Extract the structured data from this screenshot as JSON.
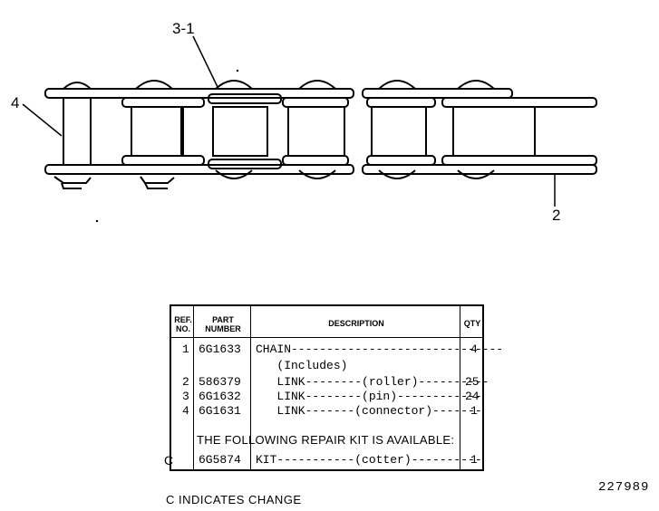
{
  "callouts": {
    "pin_link": "3-1",
    "connector_link": "4",
    "roller_link": "2"
  },
  "table": {
    "headers": {
      "ref_no": "REF. NO.",
      "part_number": "PART NUMBER",
      "description": "DESCRIPTION",
      "qty": "QTY"
    },
    "rows": [
      {
        "ref": "1",
        "part": "6G1633",
        "desc": "CHAIN------------------------------",
        "qty": "4"
      },
      {
        "ref": "",
        "part": "",
        "desc": "   (Includes)",
        "qty": ""
      },
      {
        "ref": "2",
        "part": "586379",
        "desc": "   LINK--------(roller)----------",
        "qty": "25"
      },
      {
        "ref": "3",
        "part": "6G1632",
        "desc": "   LINK--------(pin)------------",
        "qty": "24"
      },
      {
        "ref": "4",
        "part": "6G1631",
        "desc": "   LINK-------(connector)-------",
        "qty": "1"
      }
    ],
    "kit_heading": "THE FOLLOWING REPAIR KIT IS AVAILABLE:",
    "kit_row": {
      "ref": "",
      "part": "6G5874",
      "desc": "KIT-----------(cotter)----------",
      "qty": "1"
    }
  },
  "change_marker": "C",
  "drawing_number": "227989",
  "footnote": "C INDICATES CHANGE"
}
